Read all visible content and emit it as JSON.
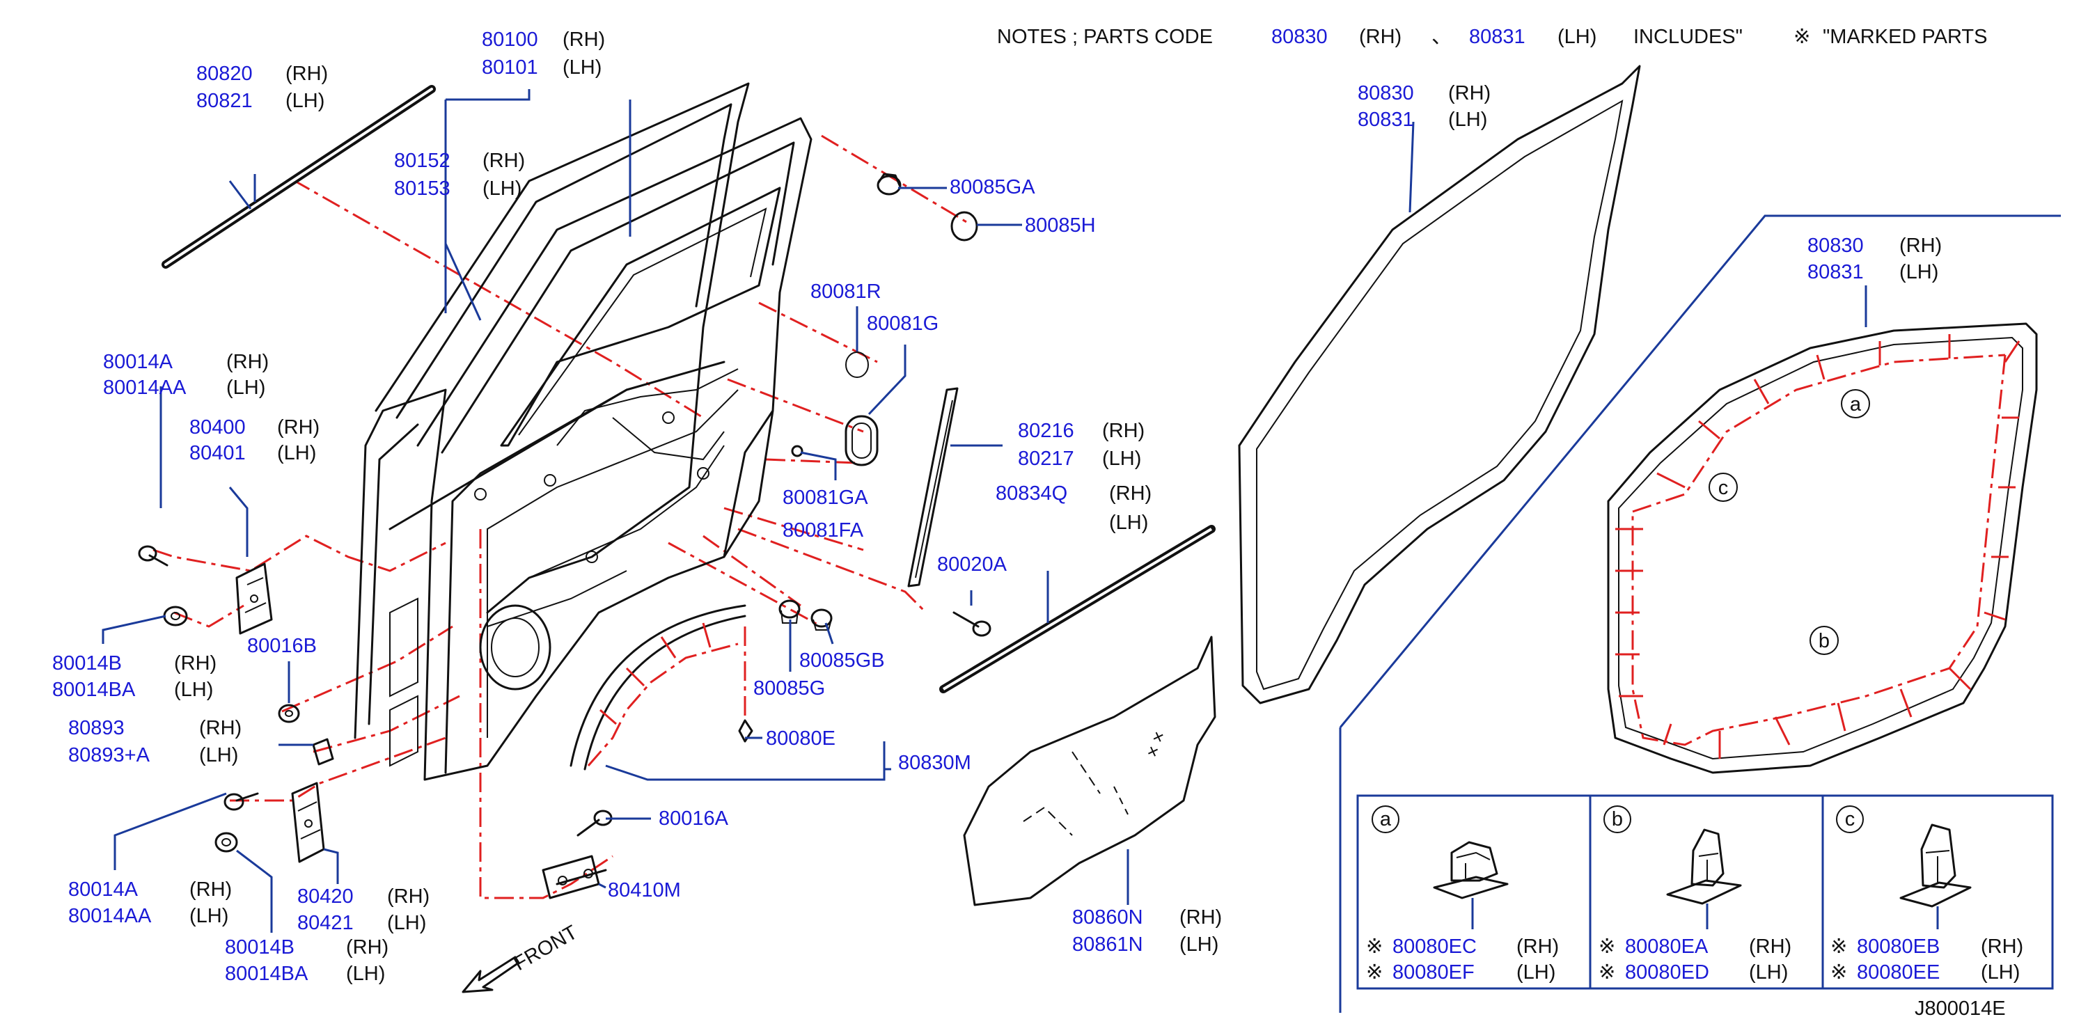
{
  "notes": {
    "prefix": "NOTES ; PARTS CODE",
    "code_rh": "80830",
    "rh": "(RH)",
    "sep": "、",
    "code_lh": "80831",
    "lh": "(LH)",
    "includes": "INCLUDES\"",
    "mark": "※",
    "marked": "\"MARKED PARTS"
  },
  "sides": {
    "rh": "(RH)",
    "lh": "(LH)"
  },
  "parts": {
    "p80820": "80820",
    "p80821": "80821",
    "p80100": "80100",
    "p80101": "80101",
    "p80152": "80152",
    "p80153": "80153",
    "p80085GA": "80085GA",
    "p80085H": "80085H",
    "p80081R": "80081R",
    "p80081G": "80081G",
    "p80014A": "80014A",
    "p80014AA": "80014AA",
    "p80400": "80400",
    "p80401": "80401",
    "p80216": "80216",
    "p80217": "80217",
    "p80081GA": "80081GA",
    "p80834Q": "80834Q",
    "p80081FA": "80081FA",
    "p80020A": "80020A",
    "p80014B": "80014B",
    "p80014BA": "80014BA",
    "p80016B": "80016B",
    "p80085GB": "80085GB",
    "p80085G": "80085G",
    "p80893": "80893",
    "p80893A": "80893+A",
    "p80080E": "80080E",
    "p80830M": "80830M",
    "p80014A_2": "80014A",
    "p80014AA_2": "80014AA",
    "p80016A": "80016A",
    "p80420": "80420",
    "p80421": "80421",
    "p80410M": "80410M",
    "p80014B_2": "80014B",
    "p80014BA_2": "80014BA",
    "p80860N": "80860N",
    "p80861N": "80861N",
    "p80830": "80830",
    "p80831": "80831",
    "p80830_2": "80830",
    "p80831_2": "80831"
  },
  "front_label": "FRONT",
  "callouts": {
    "a": "a",
    "b": "b",
    "c": "c"
  },
  "clips": {
    "a": {
      "letter": "a",
      "mark": "※",
      "code_rh": "80080EC",
      "code_lh": "80080EF"
    },
    "b": {
      "letter": "b",
      "mark": "※",
      "code_rh": "80080EA",
      "code_lh": "80080ED"
    },
    "c": {
      "letter": "c",
      "mark": "※",
      "code_rh": "80080EB",
      "code_lh": "80080EE"
    }
  },
  "diagram_id": "J800014E",
  "colors": {
    "part_code": "#1a1ad6",
    "leader": "#1a3a9a",
    "centerline": "#e02020",
    "ink": "#111111"
  }
}
